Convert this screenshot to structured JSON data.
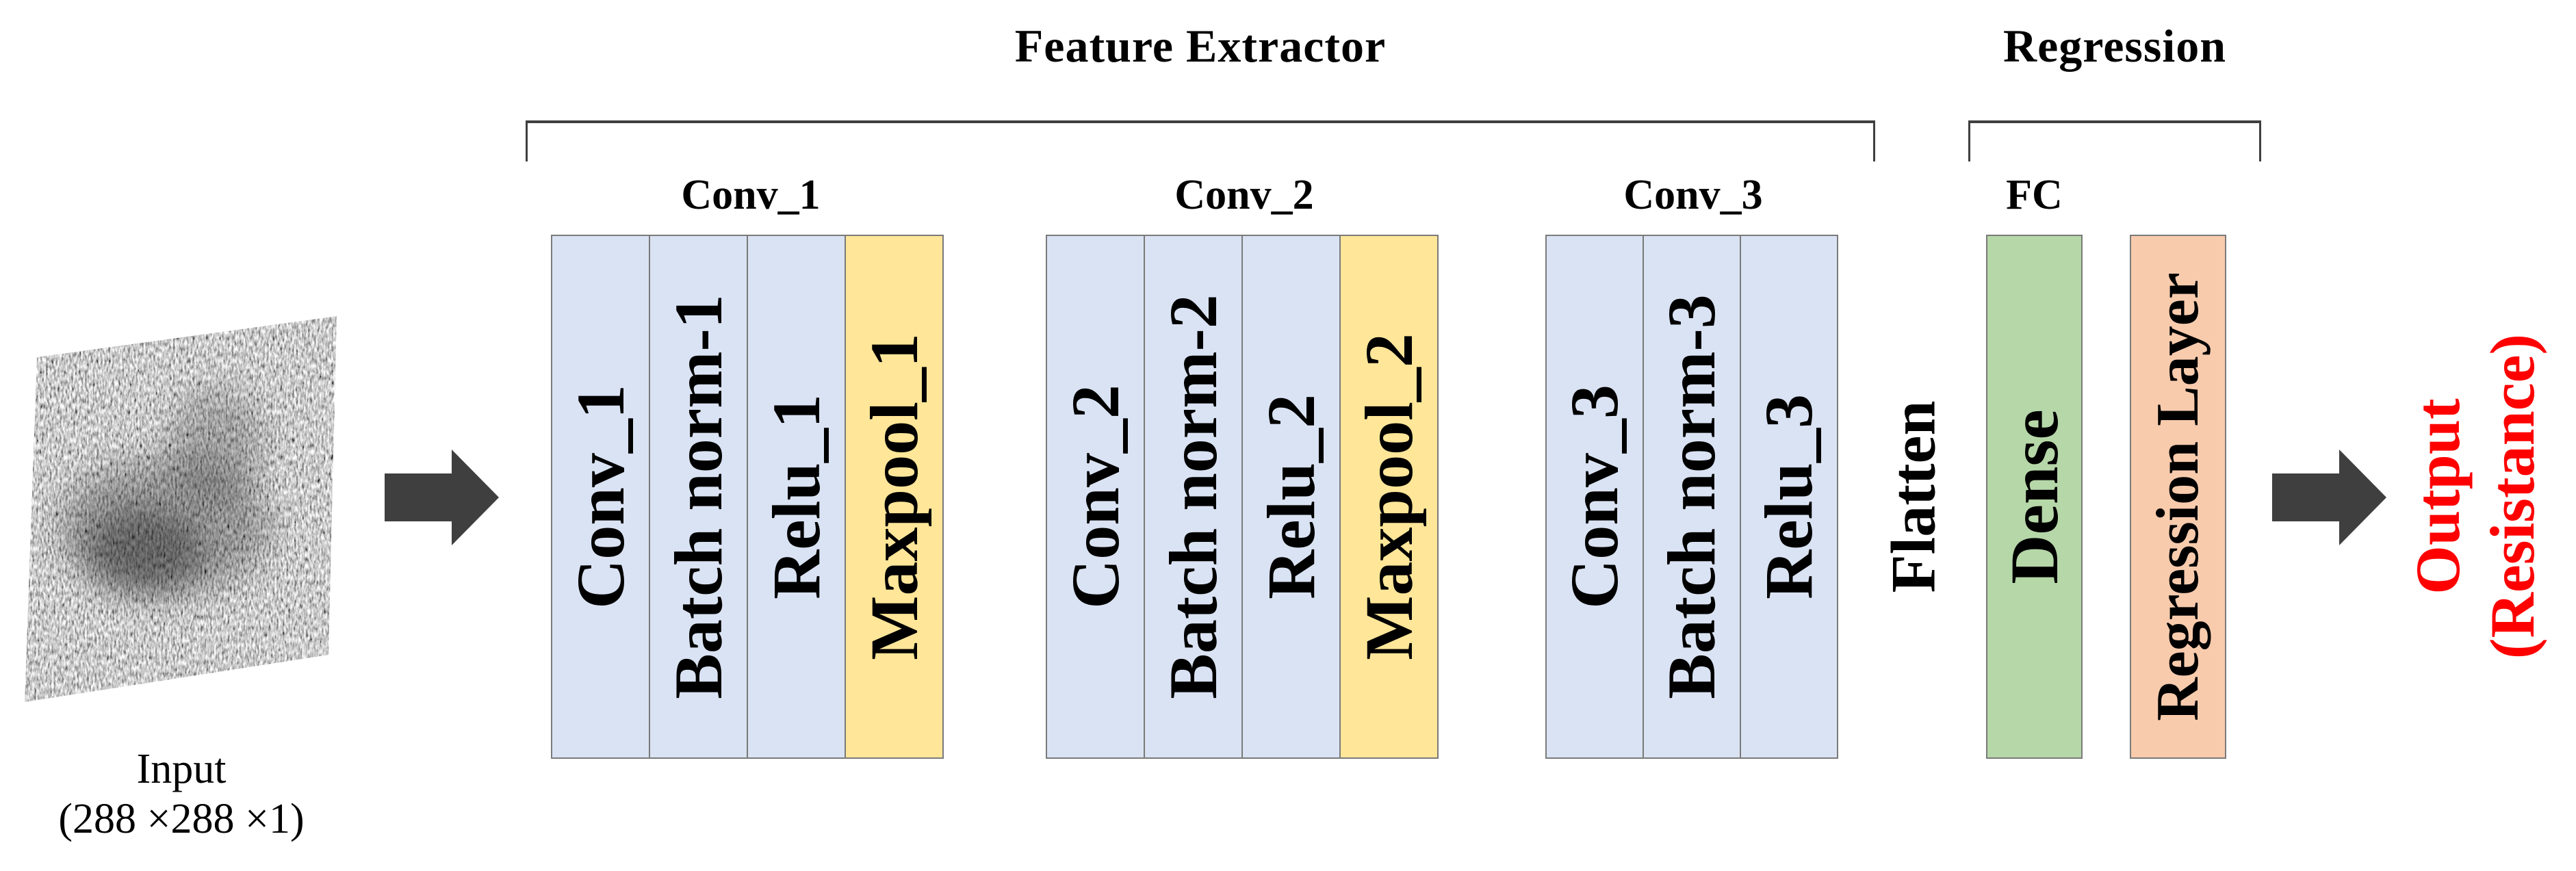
{
  "titles": {
    "feature_extractor": "Feature Extractor",
    "regression": "Regression"
  },
  "input": {
    "image_alt": "grayscale knitted fabric sample with dark stain",
    "caption_line1": "Input",
    "caption_line2": "(288 ×288 ×1)"
  },
  "groups": [
    {
      "label": "Conv_1",
      "layers": [
        {
          "name": "Conv_1",
          "type": "conv"
        },
        {
          "name": "Batch norm-1",
          "type": "batchnorm"
        },
        {
          "name": "Relu_1",
          "type": "relu"
        },
        {
          "name": "Maxpool_1",
          "type": "maxpool"
        }
      ]
    },
    {
      "label": "Conv_2",
      "layers": [
        {
          "name": "Conv_2",
          "type": "conv"
        },
        {
          "name": "Batch norm-2",
          "type": "batchnorm"
        },
        {
          "name": "Relu_2",
          "type": "relu"
        },
        {
          "name": "Maxpool_2",
          "type": "maxpool"
        }
      ]
    },
    {
      "label": "Conv_3",
      "layers": [
        {
          "name": "Conv_3",
          "type": "conv"
        },
        {
          "name": "Batch norm-3",
          "type": "batchnorm"
        },
        {
          "name": "Relu_3",
          "type": "relu"
        }
      ]
    }
  ],
  "flatten_label": "Flatten",
  "fc": {
    "label": "FC",
    "dense_label": "Dense",
    "regression_layer_label": "Regression Layer"
  },
  "output": {
    "line1": "Output",
    "line2": "(Resistance)"
  },
  "icons": {
    "arrow_left": "flow-arrow-icon",
    "arrow_right": "flow-arrow-icon"
  },
  "colors": {
    "layer_blue": "#dae3f3",
    "maxpool_yellow": "#ffe699",
    "dense_green": "#b6d7a8",
    "regression_orange": "#f8cbad",
    "border_gray": "#7a7a7a",
    "arrow_gray": "#3f3f3f",
    "output_red": "#ff0000",
    "bracket_gray": "#3f3f3f"
  }
}
